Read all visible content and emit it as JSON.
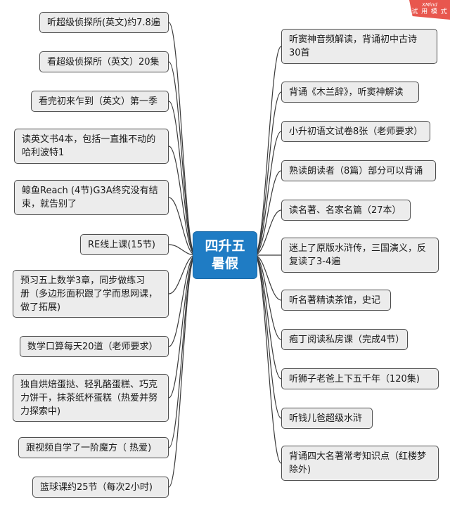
{
  "watermark": {
    "brand": "XMind",
    "text": "试 用 模 式"
  },
  "center": {
    "label": "四升五\n暑假"
  },
  "left_nodes": [
    {
      "label": "听超级侦探所(英文)约7.8遍"
    },
    {
      "label": "看超级侦探所（英文）20集"
    },
    {
      "label": "看完初来乍到（英文）第一季"
    },
    {
      "label": "读英文书4本，包括一直推不动的\n哈利波特1"
    },
    {
      "label": "鲸鱼Reach (4节)G3A终究没有结\n束，就告别了"
    },
    {
      "label": "RE线上课(15节)"
    },
    {
      "label": "预习五上数学3章，同步做练习\n册（多边形面积跟了学而思网课，\n做了拓展)"
    },
    {
      "label": "数学口算每天20道（老师要求）"
    },
    {
      "label": "独自烘焙蛋挞、轻乳酪蛋糕、巧克\n力饼干，抹茶纸杯蛋糕（热爱并努\n力探索中)"
    },
    {
      "label": "跟视频自学了一阶魔方（ 热爱)"
    },
    {
      "label": "篮球课约25节（每次2小时)"
    }
  ],
  "right_nodes": [
    {
      "label": "听窦神音频解读，背诵初中古诗\n30首"
    },
    {
      "label": "背诵《木兰辞》，听窦神解读"
    },
    {
      "label": "小升初语文试卷8张（老师要求）"
    },
    {
      "label": "熟读朗读者（8篇）部分可以背诵"
    },
    {
      "label": "读名著、名家名篇（27本）"
    },
    {
      "label": "迷上了原版水浒传，三国演义，反\n复读了3-4遍"
    },
    {
      "label": "听名著精读茶馆，史记"
    },
    {
      "label": "疱丁阅读私房课（完成4节）"
    },
    {
      "label": "听狮子老爸上下五千年（120集)"
    },
    {
      "label": "听钱儿爸超级水浒"
    },
    {
      "label": "背诵四大名著常考知识点（红楼梦\n除外)"
    }
  ]
}
